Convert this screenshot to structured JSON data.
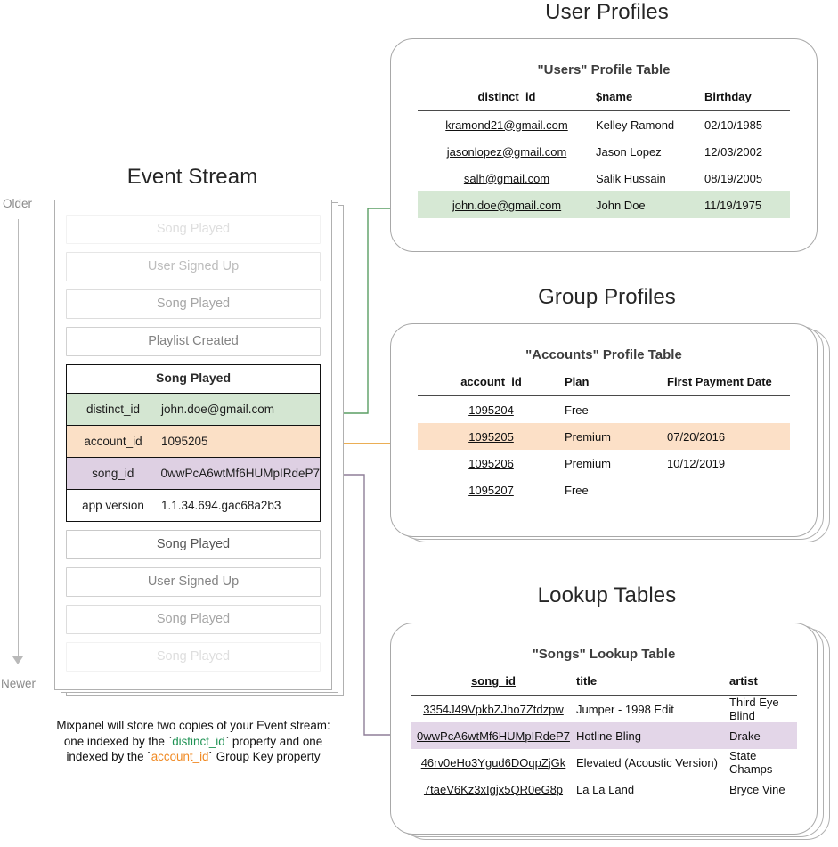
{
  "event_stream": {
    "title": "Event Stream",
    "timeline": {
      "older_label": "Older",
      "newer_label": "Newer"
    },
    "ghost_events_top": [
      "Song Played",
      "User Signed Up",
      "Song Played",
      "Playlist Created"
    ],
    "expanded_event": {
      "name": "Song Played",
      "properties": [
        {
          "key": "distinct_id",
          "value": "john.doe@gmail.com",
          "highlight": "green"
        },
        {
          "key": "account_id",
          "value": "1095205",
          "highlight": "orange"
        },
        {
          "key": "song_id",
          "value": "0wwPcA6wtMf6HUMpIRdeP7",
          "highlight": "purple"
        },
        {
          "key": "app version",
          "value": "1.1.34.694.gac68a2b3",
          "highlight": "none"
        }
      ]
    },
    "ghost_events_bottom": [
      "Song Played",
      "User Signed Up",
      "Song Played",
      "Song Played"
    ],
    "caption": {
      "line1": "Mixpanel will store two copies of your Event stream:",
      "line2_pre": "one indexed by the `",
      "line2_token": "distinct_id",
      "line2_post": "` property and one",
      "line3_pre": "indexed by the `",
      "line3_token": "account_id",
      "line3_post": "` Group Key property"
    }
  },
  "user_profiles": {
    "section_title": "User Profiles",
    "table_title": "\"Users\" Profile Table",
    "columns": [
      "distinct_id",
      "$name",
      "Birthday"
    ],
    "rows": [
      {
        "cells": [
          "kramond21@gmail.com",
          "Kelley Ramond",
          "02/10/1985"
        ],
        "highlight": "none"
      },
      {
        "cells": [
          "jasonlopez@gmail.com",
          "Jason Lopez",
          "12/03/2002"
        ],
        "highlight": "none"
      },
      {
        "cells": [
          "salh@gmail.com",
          "Salik Hussain",
          "08/19/2005"
        ],
        "highlight": "none"
      },
      {
        "cells": [
          "john.doe@gmail.com",
          "John Doe",
          "11/19/1975"
        ],
        "highlight": "green"
      }
    ]
  },
  "group_profiles": {
    "section_title": "Group Profiles",
    "table_title": "\"Accounts\" Profile Table",
    "columns": [
      "account_id",
      "Plan",
      "First Payment Date"
    ],
    "rows": [
      {
        "cells": [
          "1095204",
          "Free",
          ""
        ],
        "highlight": "none"
      },
      {
        "cells": [
          "1095205",
          "Premium",
          "07/20/2016"
        ],
        "highlight": "orange"
      },
      {
        "cells": [
          "1095206",
          "Premium",
          "10/12/2019"
        ],
        "highlight": "none"
      },
      {
        "cells": [
          "1095207",
          "Free",
          ""
        ],
        "highlight": "none"
      }
    ]
  },
  "lookup_tables": {
    "section_title": "Lookup Tables",
    "table_title": "\"Songs\" Lookup Table",
    "columns": [
      "song_id",
      "title",
      "artist"
    ],
    "rows": [
      {
        "cells": [
          "3354J49VpkbZJho7Ztdzpw",
          "Jumper - 1998 Edit",
          "Third Eye Blind"
        ],
        "highlight": "none"
      },
      {
        "cells": [
          "0wwPcA6wtMf6HUMpIRdeP7",
          "Hotline Bling",
          "Drake"
        ],
        "highlight": "purple"
      },
      {
        "cells": [
          "46rv0eHo3Ygud6DOqpZjGk",
          "Elevated (Acoustic Version)",
          "State Champs"
        ],
        "highlight": "none"
      },
      {
        "cells": [
          "7taeV6Kz3xIgjx5QR0eG8p",
          "La La Land",
          "Bryce Vine"
        ],
        "highlight": "none"
      }
    ]
  },
  "colors": {
    "green": "#5a9e63",
    "orange": "#e8a33d",
    "purple": "#8f7f98",
    "green_fill": "#d6e8d4",
    "orange_fill": "#fce0c7",
    "purple_fill": "#e3d6e8",
    "card_border": "#a8a8a8",
    "text": "#111111"
  }
}
